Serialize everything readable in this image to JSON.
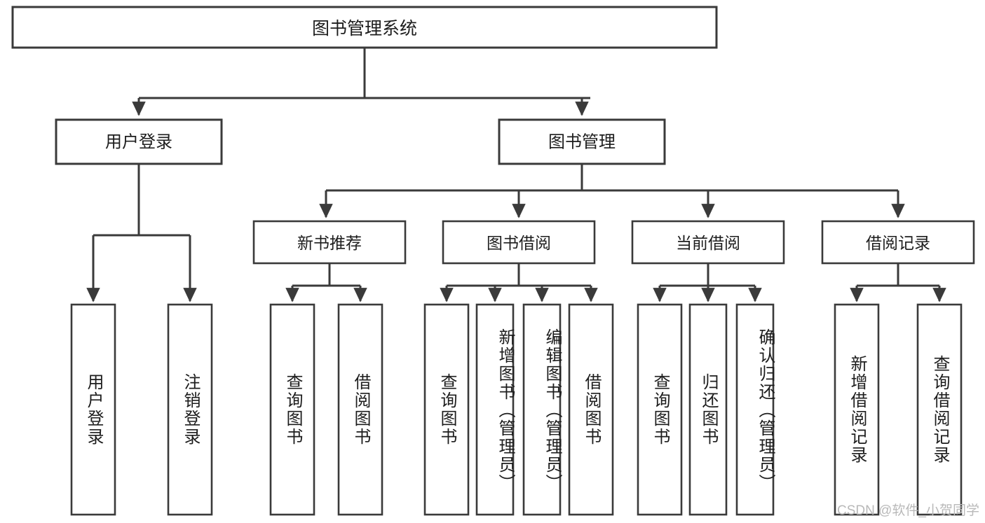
{
  "diagram": {
    "title": "图书管理系统",
    "type": "tree",
    "watermark": "CSDN @软件_小贺同学",
    "colors": {
      "background": "#ffffff",
      "stroke": "#3a3a3a",
      "text": "#1d1d1d",
      "watermark": "#b9b9b9"
    },
    "nodes": {
      "root": {
        "label": "图书管理系统",
        "level": 1
      },
      "l2": [
        {
          "id": "user-login",
          "label": "用户登录",
          "level": 2
        },
        {
          "id": "book-manage",
          "label": "图书管理",
          "level": 2
        }
      ],
      "l3": [
        {
          "id": "new-book-recommend",
          "label": "新书推荐",
          "level": 3,
          "parent": "book-manage"
        },
        {
          "id": "book-borrow",
          "label": "图书借阅",
          "level": 3,
          "parent": "book-manage"
        },
        {
          "id": "current-borrow",
          "label": "当前借阅",
          "level": 3,
          "parent": "book-manage"
        },
        {
          "id": "borrow-record",
          "label": "借阅记录",
          "level": 3,
          "parent": "book-manage"
        }
      ],
      "leaves": [
        {
          "id": "leaf-user-login",
          "label": "用户登录",
          "parent": "user-login"
        },
        {
          "id": "leaf-logout-login",
          "label": "注销登录",
          "parent": "user-login"
        },
        {
          "id": "leaf-query-book-1",
          "label": "查询图书",
          "parent": "new-book-recommend"
        },
        {
          "id": "leaf-borrow-book-1",
          "label": "借阅图书",
          "parent": "new-book-recommend"
        },
        {
          "id": "leaf-query-book-2",
          "label": "查询图书",
          "parent": "book-borrow"
        },
        {
          "id": "leaf-add-book",
          "label": "新增图书（管理员）",
          "parent": "book-borrow"
        },
        {
          "id": "leaf-edit-book",
          "label": "编辑图书（管理员）",
          "parent": "book-borrow"
        },
        {
          "id": "leaf-borrow-book-2",
          "label": "借阅图书",
          "parent": "book-borrow"
        },
        {
          "id": "leaf-query-book-3",
          "label": "查询图书",
          "parent": "current-borrow"
        },
        {
          "id": "leaf-return-book",
          "label": "归还图书",
          "parent": "current-borrow"
        },
        {
          "id": "leaf-confirm-return",
          "label": "确认归还（管理员）",
          "parent": "current-borrow"
        },
        {
          "id": "leaf-add-record",
          "label": "新增借阅记录",
          "parent": "borrow-record"
        },
        {
          "id": "leaf-query-record",
          "label": "查询借阅记录",
          "parent": "borrow-record"
        }
      ]
    }
  }
}
